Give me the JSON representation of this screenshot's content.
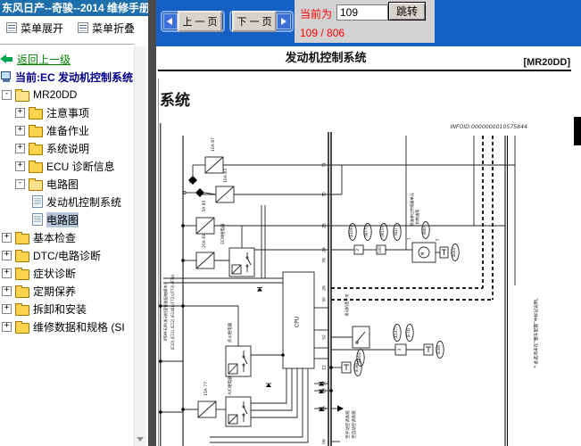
{
  "titlebar": {
    "title": "东风日产--奇骏--2014 维修手册"
  },
  "sidebar": {
    "menu_expand": "菜单展开",
    "menu_collapse": "菜单折叠",
    "back_link": "返回上一级",
    "current": "当前:EC 发动机控制系统",
    "tree": [
      {
        "label": "MR20DD",
        "expand": "-"
      },
      {
        "label": "注意事项",
        "expand": "+"
      },
      {
        "label": "准备作业",
        "expand": "+"
      },
      {
        "label": "系统说明",
        "expand": "+"
      },
      {
        "label": "ECU 诊断信息",
        "expand": "+"
      },
      {
        "label": "电路图",
        "expand": "-"
      },
      {
        "label": "发动机控制系统"
      },
      {
        "label": "电路图",
        "selected": true
      },
      {
        "label": "基本检查",
        "expand": "+"
      },
      {
        "label": "DTC/电路诊断",
        "expand": "+"
      },
      {
        "label": "症状诊断",
        "expand": "+"
      },
      {
        "label": "定期保养",
        "expand": "+"
      },
      {
        "label": "拆卸和安装",
        "expand": "+"
      },
      {
        "label": "维修数据和规格 (SI",
        "expand": "+"
      }
    ]
  },
  "toolbar": {
    "prev": "上 一 页",
    "next": "下 一 页",
    "current_label": "当前为",
    "page_value": "109",
    "jump": "跳转",
    "progress": "109 / 806"
  },
  "document": {
    "title": "发动机控制系统",
    "code": "[MR20DD]",
    "section_fragment": "系统",
    "infoid": "INFOID:0000000010575844",
    "side_note": "*:此选项未在“整车配置”中标记说明。",
    "diagram": {
      "pins": [
        "71",
        "70",
        "25",
        "24",
        "76",
        "26",
        "30",
        "52",
        "12",
        "37",
        "23",
        "65",
        "06"
      ],
      "fuses": [
        "10A 87",
        "10A 83",
        "5A 85",
        "20A 81",
        "15A 77"
      ],
      "relays": [
        "ECM继电器",
        "点火继电器",
        "A/C继电器"
      ],
      "ipdm_title": "IPDM E/R(发动机室智能配电模块)",
      "ipdm_connectors": "(E10),(E11),(E12),(E148),(F72),(F73),(F74)",
      "cpu": "CPU",
      "fuel_label_1": "燃油液位传感器单元",
      "fuel_label_2": "和燃油泵",
      "hood_switch": "发动机罩开关",
      "ac_line_1": "至手动空调系统",
      "ac_line_2": "至自动空调系统",
      "motor": "M",
      "diamond_m": "M",
      "diamond_c": "C",
      "conn": {
        "e106": "(E106)",
        "m77": "(M77)",
        "m11": "(M11)",
        "b1": "(B1)",
        "b40": "(B40)",
        "b30": "(B30)",
        "e164": "(E164)",
        "e147": "(E147)",
        "e74": "(E74)",
        "e38a": "(E38)",
        "e38b": "(E38)",
        "sq2": "2",
        "sq100": "100",
        "sq3": "3",
        "pin1": "1",
        "pin3": "3"
      }
    }
  }
}
